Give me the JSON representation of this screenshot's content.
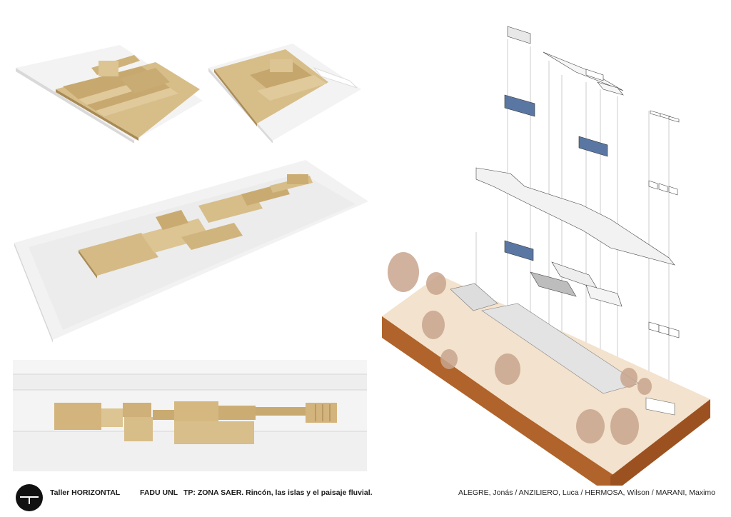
{
  "footer": {
    "workshop": "Taller HORIZONTAL",
    "school": "FADU UNL",
    "assignment": "TP: ZONA SAER. Rincón, las islas y el paisaje fluvial.",
    "authors": "ALEGRE, Jonás / ANZILIERO, Luca / HERMOSA, Wilson / MARANI, Maximo"
  },
  "colors": {
    "balsa": "#d8bf8c",
    "balsa_dark": "#b89b63",
    "foam": "#f2f2f2",
    "earth": "#b0632a",
    "site": "#f4e3cf",
    "blue_box": "#5a77a3"
  },
  "icons": [
    "fadu-logo-icon"
  ]
}
